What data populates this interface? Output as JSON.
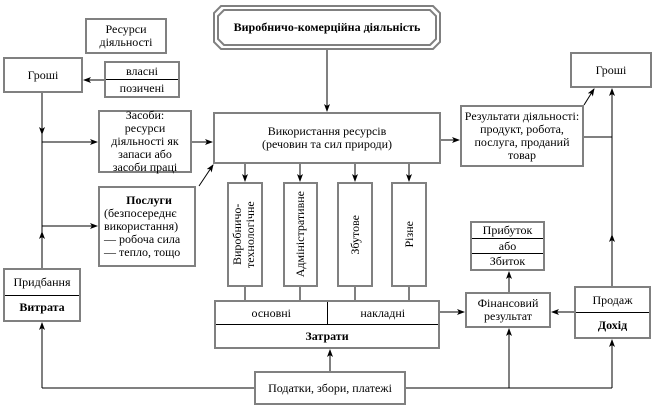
{
  "title": "Виробничо-комерційна діяльність",
  "resources_label": "Ресурси діяльності",
  "money_left": "Гроші",
  "money_sources": [
    "власні",
    "позичені"
  ],
  "means": "Засоби: ресурси діяльності як запаси або засоби праці",
  "services": {
    "heading": "Послуги",
    "subtitle": "(безпосереднє використання)",
    "items": [
      "— робоча сила",
      "— тепло, тощо"
    ]
  },
  "usage": "Використання ресурсів (речовин та сил природи)",
  "cost_types": [
    "Виробничо-технологічне",
    "Адміністративне",
    "Збутове",
    "Різне"
  ],
  "costs": {
    "direct": "основні",
    "overhead": "накладні",
    "label": "Затрати"
  },
  "taxes": "Податки, збори, платежі",
  "purchase": {
    "top": "Придбання",
    "bottom": "Витрата"
  },
  "money_right": "Гроші",
  "results": "Результати діяльності: продукт, робота, послуга, проданий товар",
  "profit": [
    "Прибуток",
    "або",
    "Збиток"
  ],
  "financial_result": "Фінансовий результат",
  "sale": {
    "top": "Продаж",
    "bottom": "Дохід"
  }
}
